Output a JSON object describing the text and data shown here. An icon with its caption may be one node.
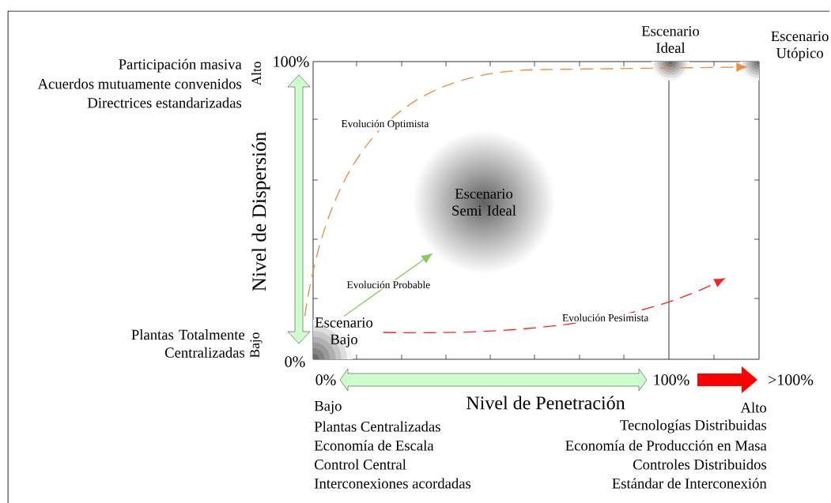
{
  "diagram": {
    "nodes": [
      {
        "text": [
          "Escenario Bajo"
        ]
      },
      {
        "text": [
          "Escenario Semi Ideal"
        ]
      },
      {
        "text": [
          "Escenario Ideal"
        ]
      },
      {
        "text": [
          "Escenario Utópico"
        ]
      }
    ],
    "edges": [
      {
        "from": 0,
        "to": 1,
        "arrow": "to",
        "label": "Evolución Probable",
        "color": "#88cc55"
      },
      {
        "from": 0,
        "to": 3,
        "arrow": "to",
        "label": "Evolución Optimista",
        "style": "dashed",
        "color": "#f08c3c"
      },
      {
        "from": 0,
        "to": null,
        "arrow": "to",
        "label": "Evolución Pesimista",
        "style": "dashed",
        "color": "#ff2020"
      }
    ],
    "labels": [
      "Participación masiva",
      "Acuerdos mutuamente convenidos",
      "Directrices estandarizadas",
      "Alto",
      "100%",
      "Nivel de Dispersión",
      "Plantas Totalmente Centralizadas",
      "Bajo",
      "0%",
      "0%",
      "100%",
      ">100%",
      "Bajo",
      "Nivel de Penetración",
      "Alto",
      "Plantas Centralizadas",
      "Tecnologías Distribuidas",
      "Economía de Escala",
      "Economía de Producción en Masa",
      "Control Central",
      "Controles Distribuidos",
      "Interconexiones acordadas",
      "Estándar de Interconexión"
    ]
  }
}
